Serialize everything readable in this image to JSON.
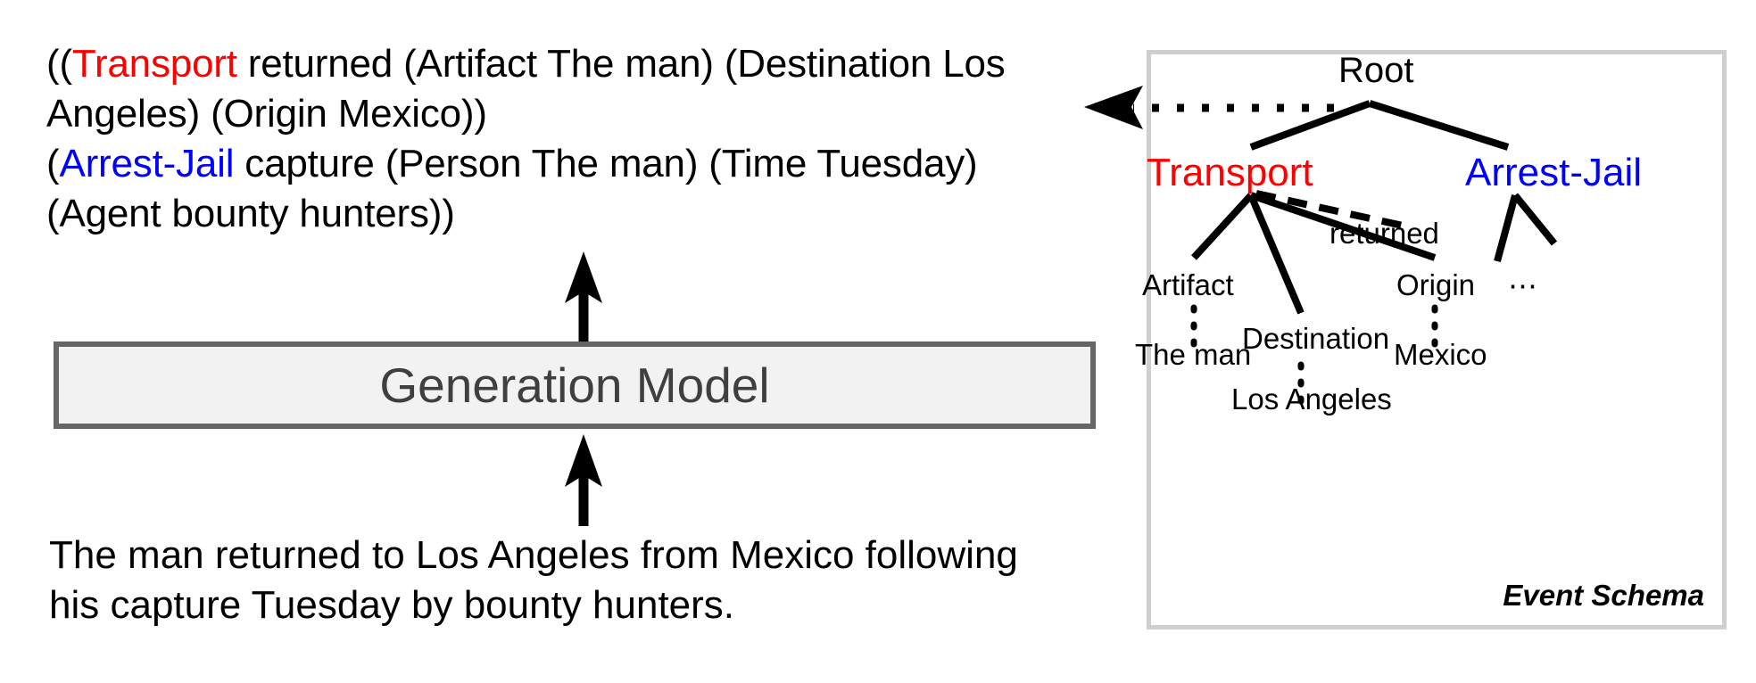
{
  "left": {
    "linearized_output": {
      "lines": [
        "((Transport returned (Artifact The man) (Destination Los",
        "Angeles) (Origin Mexico))",
        "(Arrest-Jail capture (Person The man) (Time Tuesday)",
        "(Agent bounty hunters))"
      ],
      "line1_prefix": "((",
      "line1_event": "Transport",
      "line1_rest": " returned (Artifact The man) (Destination Los",
      "line2": "Angeles) (Origin Mexico))",
      "line3_prefix": "(",
      "line3_event": "Arrest-Jail",
      "line3_rest": " capture (Person The man) (Time Tuesday)",
      "line4": "(Agent bounty hunters))"
    },
    "model_box": {
      "label": "Generation Model"
    },
    "input_sentence": {
      "line1": "The man returned to Los Angeles from Mexico following",
      "line2": "his capture Tuesday by bounty hunters."
    },
    "arrow_up_to_output": "arrow-up",
    "arrow_up_to_model": "arrow-up"
  },
  "right": {
    "panel_caption": "Event Schema",
    "pointer_arrow": "dotted-left-arrow",
    "tree": {
      "root": "Root",
      "events": [
        {
          "label": "Transport",
          "color": "#ff0000"
        },
        {
          "label": "Arrest-Jail",
          "color": "#0000ff"
        }
      ],
      "trigger_edge_label": "returned",
      "roles": [
        {
          "label": "Artifact",
          "filler": "The man"
        },
        {
          "label": "Destination",
          "filler": "Los Angeles"
        },
        {
          "label": "Origin",
          "filler": "Mexico"
        }
      ],
      "ellipsis": "⋯"
    }
  },
  "colors": {
    "transport": "#ff0000",
    "arrest_jail": "#0000ff",
    "model_box_border": "#666666",
    "model_box_fill": "#f2f2f2",
    "model_box_text": "#3f3f3f",
    "panel_border": "#cfcfcf",
    "edge": "#000000"
  }
}
